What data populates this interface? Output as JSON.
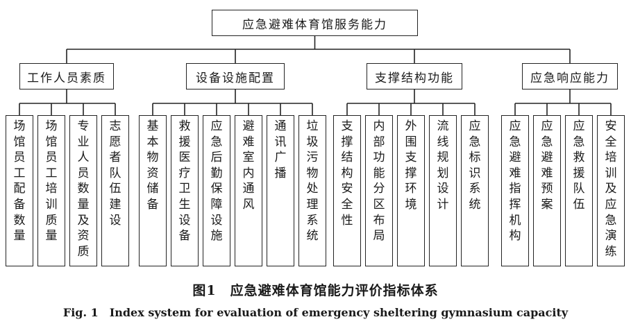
{
  "root": "应急避难体育馆服务能力",
  "categories": [
    {
      "label": "工作人员素质",
      "children": [
        "场馆员工配备数量",
        "场馆员工培训质量",
        "专业人员数量及资质",
        "志愿者队伍建设"
      ]
    },
    {
      "label": "设备设施配置",
      "children": [
        "基本物资储备",
        "救援医疗卫生设备",
        "应急后勤保障设施",
        "避难室内通风",
        "通讯广播",
        "垃圾污物处理系统"
      ]
    },
    {
      "label": "支撑结构功能",
      "children": [
        "支撑结构安全性",
        "内部功能分区布局",
        "外围支撑环境",
        "流线规划设计",
        "应急标识系统"
      ]
    },
    {
      "label": "应急响应能力",
      "children": [
        "应急避难指挥机构",
        "应急避难预案",
        "应急救援队伍",
        "安全培训及应急演练"
      ]
    }
  ],
  "caption": {
    "zh": "图1　应急避难体育馆能力评价指标体系",
    "en": "Fig. 1　Index system for evaluation of emergency sheltering gymnasium capacity"
  }
}
